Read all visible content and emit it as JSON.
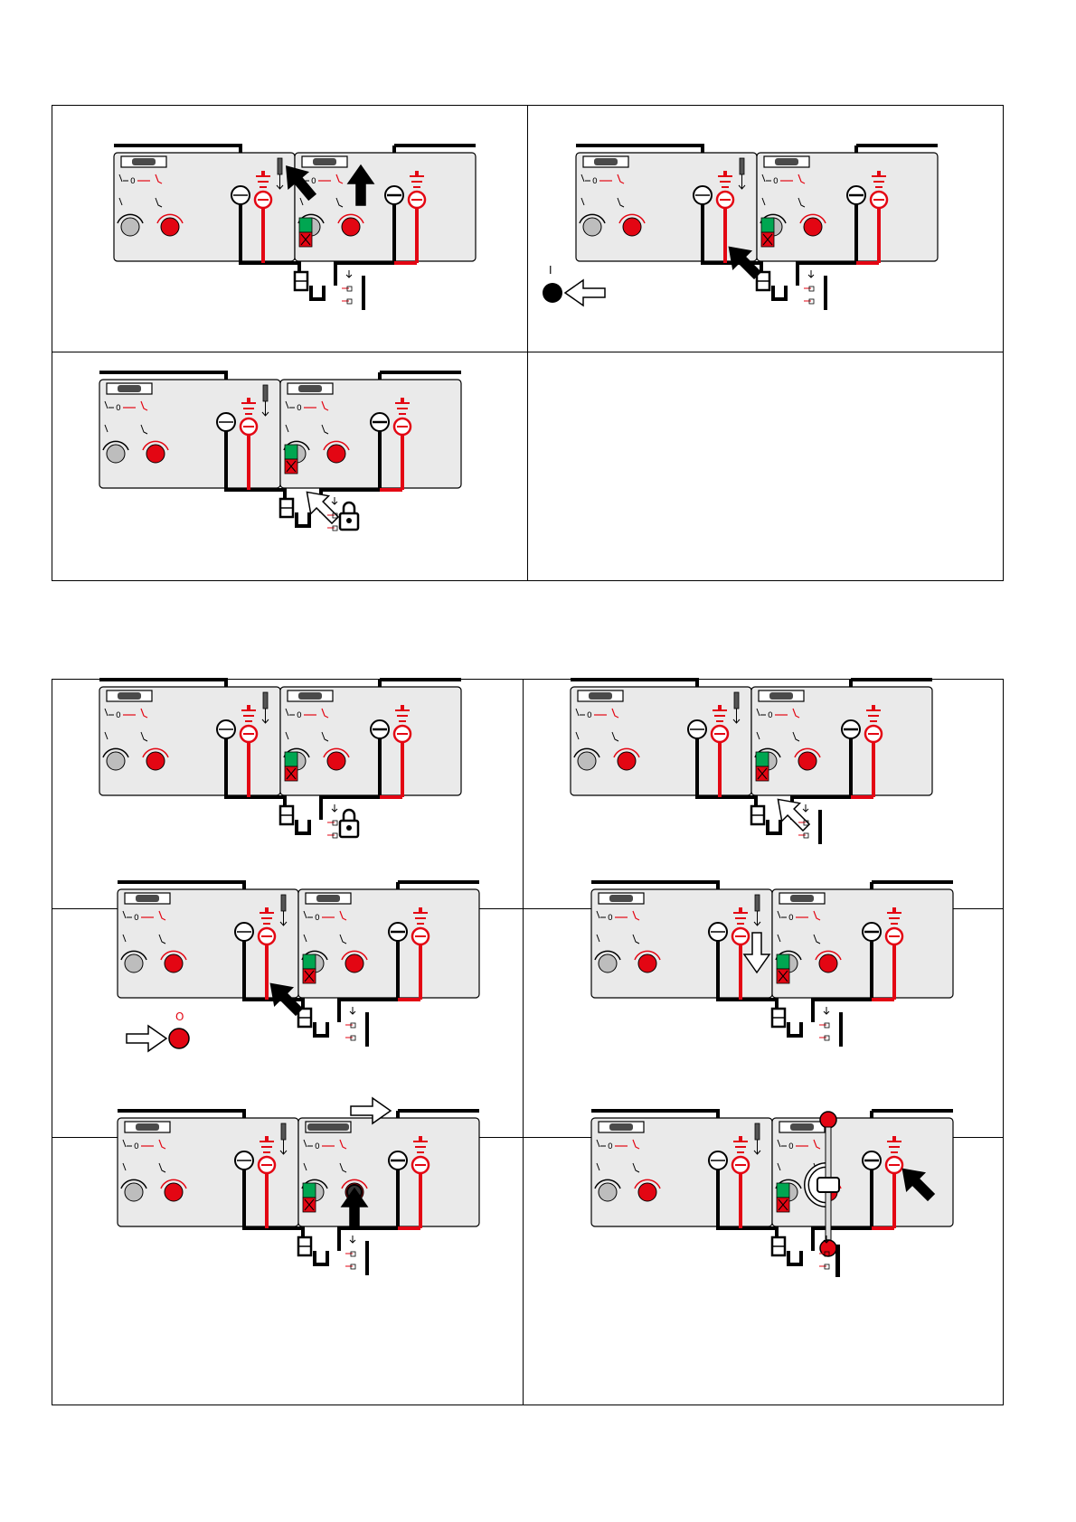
{
  "diagram": {
    "labels": {
      "indicator_on": "I",
      "indicator_off": "O",
      "switch_scale_zero": "0"
    },
    "colors": {
      "live": "#e30613",
      "earth_ok": "#00a651",
      "line": "#000000",
      "mechanism_grey": "#bdbdbd",
      "panel_bg": "#eaeaea"
    },
    "steps": [
      {
        "id": "a1",
        "arrows": [
          "hatch-up",
          "tool-diagonal"
        ],
        "lock": "none"
      },
      {
        "id": "a2",
        "arrows": [
          "interlock-diagonal",
          "indicator-left"
        ],
        "indicator": "on",
        "lock": "none"
      },
      {
        "id": "a3",
        "arrows": [
          "lock-outline"
        ],
        "lock": "padlock"
      },
      {
        "id": "a4",
        "arrows": [],
        "lock": "empty"
      },
      {
        "id": "b1",
        "arrows": [],
        "lock": "padlock"
      },
      {
        "id": "b2",
        "arrows": [
          "lock-outline"
        ],
        "lock": "none"
      },
      {
        "id": "b3",
        "arrows": [
          "interlock-diagonal",
          "indicator-right"
        ],
        "indicator": "off",
        "lock": "none"
      },
      {
        "id": "b4",
        "arrows": [
          "tool-down"
        ],
        "lock": "none"
      },
      {
        "id": "b5",
        "arrows": [
          "shaft-up",
          "hatch-right"
        ],
        "lock": "none"
      },
      {
        "id": "b6",
        "arrows": [
          "rotate",
          "cable-diagonal"
        ],
        "lock": "handle"
      }
    ]
  }
}
